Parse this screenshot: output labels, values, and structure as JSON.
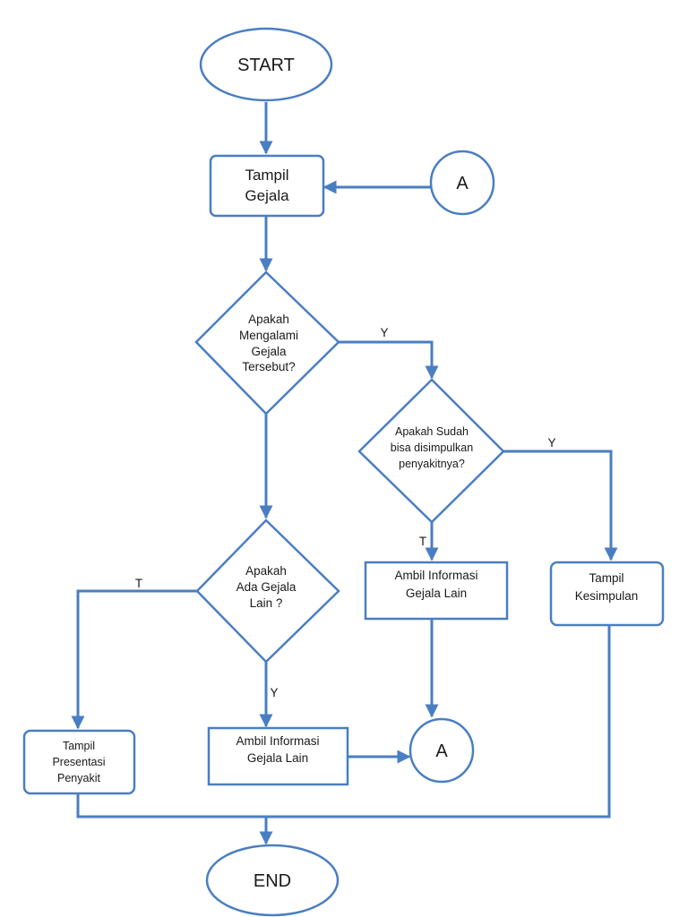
{
  "flowchart": {
    "start": "START",
    "end": "END",
    "tampil_gejala": [
      "Tampil",
      "Gejala"
    ],
    "connector_label": "A",
    "q_mengalami": [
      "Apakah",
      "Mengalami",
      "Gejala",
      "Tersebut?"
    ],
    "q_disimpulkan": [
      "Apakah Sudah",
      "bisa disimpulkan",
      "penyakitnya?"
    ],
    "q_gejala_lain": [
      "Apakah",
      "Ada Gejala",
      "Lain ?"
    ],
    "ambil_info_right": [
      "Ambil Informasi",
      "Gejala Lain"
    ],
    "ambil_info_bottom": [
      "Ambil Informasi",
      "Gejala Lain"
    ],
    "tampil_kesimpulan": [
      "Tampil",
      "Kesimpulan"
    ],
    "tampil_presentasi": [
      "Tampil",
      "Presentasi",
      "Penyakit"
    ],
    "yes_label": "Y",
    "no_label": "T",
    "colors": {
      "stroke": "#4a7ec2",
      "fill": "#ffffff",
      "text": "#1a1a1a"
    }
  }
}
